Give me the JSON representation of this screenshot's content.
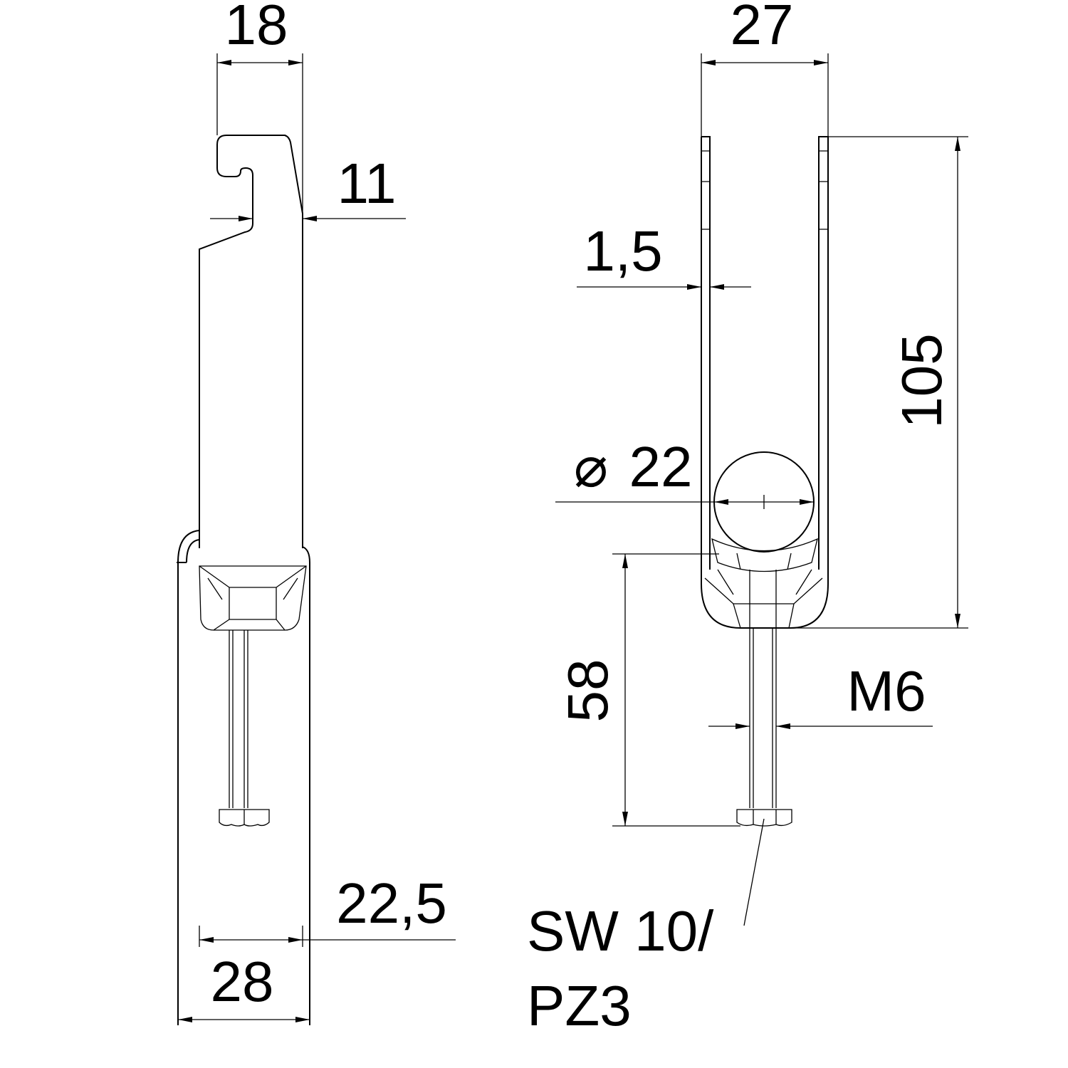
{
  "dimensions": {
    "side_width_top": "18",
    "hook_depth": "11",
    "inner_width": "22,5",
    "outer_width": "28",
    "clip_width": "27",
    "material_thickness": "1,5",
    "height": "105",
    "diameter_symbol": "⌀",
    "diameter": "22",
    "screw_length": "58",
    "thread": "M6",
    "drive_line1": "SW 10/",
    "drive_line2": "PZ3"
  }
}
